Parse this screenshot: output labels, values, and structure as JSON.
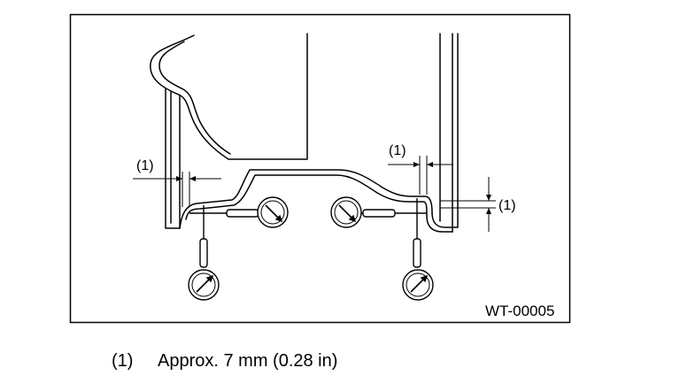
{
  "diagram": {
    "figure_id": "WT-00005",
    "callouts": [
      "(1)",
      "(1)",
      "(1)"
    ],
    "legend": {
      "number": "(1)",
      "text": "Approx. 7 mm (0.28 in)"
    },
    "icons": [
      "dial-gauge-icon"
    ]
  }
}
